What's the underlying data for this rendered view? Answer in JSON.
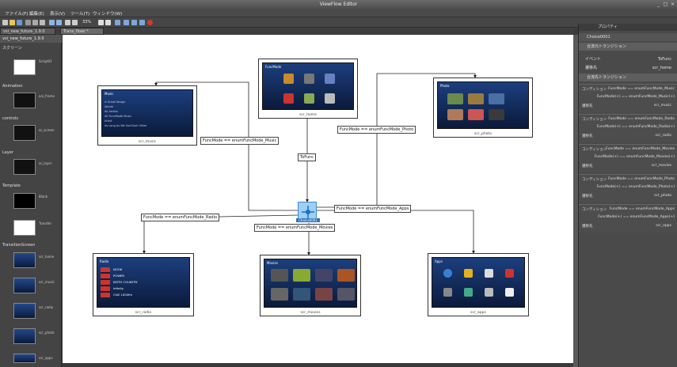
{
  "window": {
    "title": "ViewFlow Editor",
    "controls": [
      "_",
      "□",
      "×"
    ]
  },
  "menu": [
    "ファイル(F)",
    "編集(E)",
    "表示(V)",
    "ツール(T)",
    "ウィンドウ(W)"
  ],
  "toolbar": {
    "zoom": "33%"
  },
  "tabs": [
    "vsi_new_future_1.9.0",
    "Trans_flow/ *"
  ],
  "left_panel": {
    "header": "vsi_new_future_1.9.0",
    "items": [
      {
        "label": "スクリーン",
        "sub": "Script01"
      },
      {
        "label": "Animation",
        "sub": "ani_frame"
      },
      {
        "label": "controls",
        "sub": "sc_screen"
      },
      {
        "label": "Layer",
        "sub": "sc_layer"
      },
      {
        "label": "Template",
        "sub": "Blank"
      },
      {
        "label": "",
        "sub": "Transfer"
      },
      {
        "label": "TransitionScreen",
        "sub": "scr_home"
      }
    ],
    "thumbs": [
      "scr_music",
      "scr_radio",
      "scr_photo",
      "scr_apps"
    ]
  },
  "canvas": {
    "nodes": [
      {
        "id": "home",
        "caption": "scr_home",
        "title": "FuncMode"
      },
      {
        "id": "music",
        "caption": "scr_music",
        "title": "Music"
      },
      {
        "id": "photo",
        "caption": "scr_photo",
        "title": "Photo"
      },
      {
        "id": "radio",
        "caption": "scr_radio",
        "title": "Radio"
      },
      {
        "id": "movies",
        "caption": "scr_movies",
        "title": "Movies"
      },
      {
        "id": "apps",
        "caption": "scr_apps",
        "title": "Apps"
      }
    ],
    "hub": {
      "caption": "Choice0001"
    },
    "music_list": [
      "A Great Design",
      "Album",
      "All Artists",
      "All FuncMode Music",
      "Artist",
      "As Long As We Got Each Other"
    ],
    "radio_list": [
      "NOOK",
      "POWER",
      "KEITH COUNTRY",
      "Infinity",
      "Chill 1000fm"
    ],
    "labels": {
      "to_func": "ToFunc",
      "music": "FuncMode == enumFuncMode_Music",
      "photo": "FuncMode == enumFuncMode_Photo",
      "radio": "FuncMode == enumFuncMode_Radio",
      "movies": "FuncMode == enumFuncMode_Movies",
      "apps": "FuncMode == enumFuncMode_Apps"
    }
  },
  "right_panel": {
    "tab": "プロパティ",
    "node_name": "Choice0001",
    "incoming_title": "合流元トランジション",
    "event_label": "イベント",
    "event_value": "ToFunc",
    "transition_label": "遷移先",
    "transition_value": "scr_home",
    "outgoing_title": "合流先トランジション",
    "conditions": [
      {
        "label": "コンディション",
        "value": "FuncMode == enumFuncMode_Music",
        "value2": "FuncMode(+) == enumFuncMode_Music(+)",
        "dest": "scr_music"
      },
      {
        "label": "コンディション",
        "value": "FuncMode == enumFuncMode_Radio",
        "value2": "FuncMode(+) == enumFuncMode_Radio(+)",
        "dest": "scr_radio"
      },
      {
        "label": "コンディション",
        "value": "FuncMode == enumFuncMode_Movies",
        "value2": "FuncMode(+) == enumFuncMode_Movies(+)",
        "dest": "scr_movies"
      },
      {
        "label": "コンディション",
        "value": "FuncMode == enumFuncMode_Photo",
        "value2": "FuncMode(+) == enumFuncMode_Photo(+)",
        "dest": "scr_photo"
      },
      {
        "label": "コンディション",
        "value": "FuncMode == enumFuncMode_Apps",
        "value2": "FuncMode(+) == enumFuncMode_Apps(+)",
        "dest": "scr_apps"
      }
    ]
  }
}
